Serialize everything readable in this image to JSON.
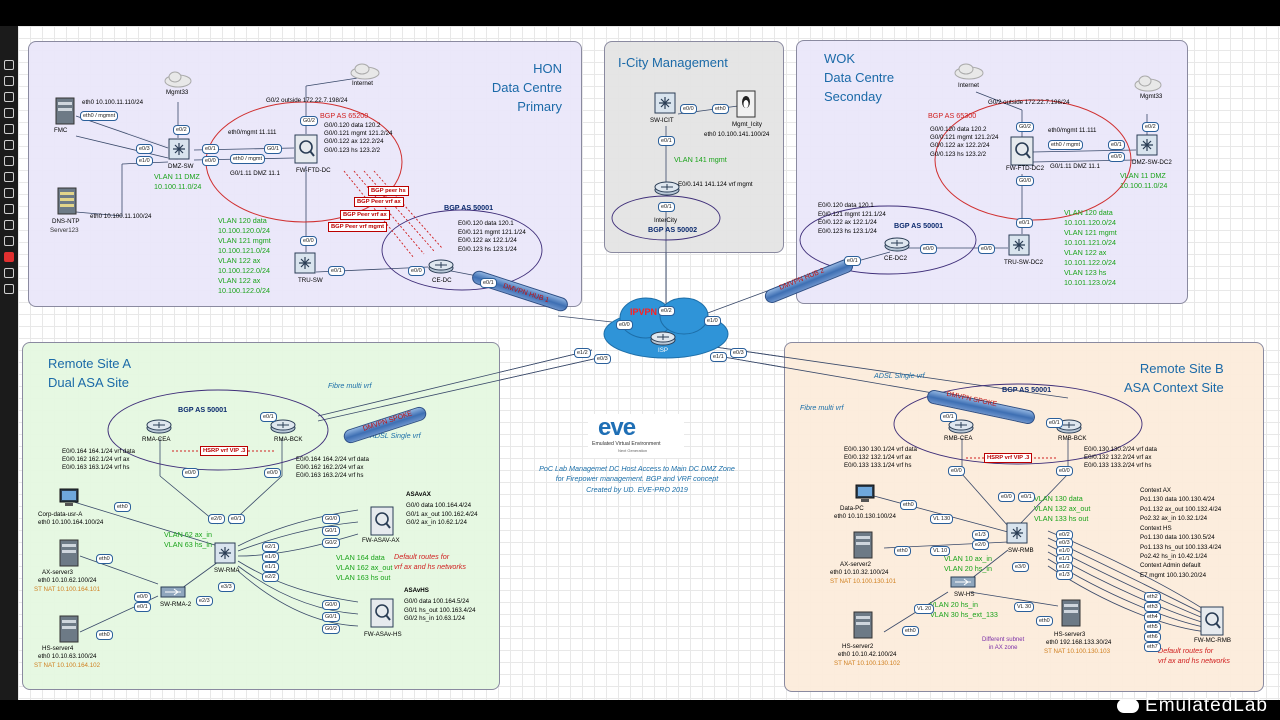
{
  "zones": {
    "hon": {
      "title_lines": [
        "HON",
        "Data Centre",
        "Primary"
      ]
    },
    "icity": {
      "title": "I-City Management"
    },
    "wok": {
      "title_lines": [
        "WOK",
        "Data Centre",
        "Seconday"
      ]
    },
    "site_a": {
      "title_lines": [
        "Remote Site A",
        "Dual ASA Site"
      ]
    },
    "site_b": {
      "title_lines": [
        "Remote Site B",
        "ASA Context Site"
      ]
    }
  },
  "hon": {
    "mgmt_cloud": "Mgmt33",
    "internet": "Internet",
    "fmc": "FMC",
    "fmc_if1": "eth0 10.100.11.110/24",
    "fmc_if2": "eth0 / mgmnt",
    "dns": "DNS-NTP",
    "dns_sub": "Server123",
    "dns_if": "eth0 10.100.11.100/24",
    "dmz_sw": "DMZ-SW",
    "dmz_vlan": "VLAN 11 DMZ",
    "dmz_net": "10.100.11.0/24",
    "fw": "FW-FTD-DC",
    "fw_outside": "G0/2 outside 172.22.7.198/24",
    "fw_mgmt": "eth0/mgmt 11.111",
    "fw_dmz": "G0/1.11 DMZ 11.1",
    "fw_eth_mgmt": "eth0 / mgmt",
    "bgp_fw": "BGP AS 65200",
    "fw_subs": [
      "G0/0.120 data 120.2",
      "G0/0.121 mgmt 121.2/24",
      "G0/0.122 ax 122.2/24",
      "G0/0.123 hs 123.2/2"
    ],
    "vlans": [
      "VLAN 120  data",
      "10.100.120.0/24",
      "VLAN 121 mgmt",
      "10.100.121.0/24",
      "VLAN 122 ax",
      "10.100.122.0/24",
      "VLAN 122 ax",
      "10.100.122.0/24"
    ],
    "peers": [
      "BGP peer hs",
      "BGP Peer vrf ax",
      "BGP Peer vrf ax",
      "BGP Peer vrf mgmt"
    ],
    "bgp_ce": "BGP AS 50001",
    "ce_subs": [
      "E0/0.120 data 120.1",
      "E0/0.121 mgmt 121.1/24",
      "E0/0.122 ax 122.1/24",
      "E0/0.123 hs 123.1/24"
    ],
    "tru_sw": "TRU-SW",
    "ce": "CE-DC",
    "hub": "DMVPN HUB 1"
  },
  "icity": {
    "sw": "SW-ICIT",
    "host": "Mgmt_Icity",
    "host_if": "eth0 10.100.141.100/24",
    "vlan": "VLAN 141 mgmt",
    "router_if": "E0/0.141 141.124 vrf mgmt",
    "router": "InterCity",
    "bgp": "BGP AS 50002"
  },
  "wok": {
    "internet": "Internet",
    "mgmt_cloud": "Mgmt33",
    "fw_outside": "G0/2 outside 172.22.7.196/24",
    "bgp_fw": "BGP AS 65300",
    "fw_subs": [
      "G0/0.120 data 120.2",
      "G0/0.121 mgmt 121.2/24",
      "G0/0.122 ax 122.2/24",
      "G0/0.123 hs 123.2/2"
    ],
    "fw_mgmt": "eth0/mgmt 11.111",
    "fw_eth_mgmt": "eth0 / mgmt",
    "fw_dmz": "G0/1.11 DMZ 11.1",
    "fw": "FW-FTD-DC2",
    "dmz_sw": "DMZ-SW-DC2",
    "dmz_vlan": "VLAN 11 DMZ",
    "dmz_net": "10.100.11.0/24",
    "ce_subs": [
      "E0/0.120 data 120.1",
      "E0/0.121 mgmt 121.1/24",
      "E0/0.122 ax 122.1/24",
      "E0/0.123 hs 123.1/24"
    ],
    "bgp_ce": "BGP AS 50001",
    "ce": "CE-DC2",
    "tru_sw": "TRU-SW-DC2",
    "vlans": [
      "VLAN 120  data",
      "10.101.120.0/24",
      "VLAN 121 mgmt",
      "10.101.121.0/24",
      "VLAN 122 ax",
      "10.101.122.0/24",
      "VLAN 123 hs",
      "10.101.123.0/24"
    ],
    "hub": "DMVPN HUB 2"
  },
  "core": {
    "cloud": "IPVPN",
    "isp": "ISP",
    "fibre_a": "Fibre multi vrf",
    "adsl_a": "ADSL Single vrf",
    "fibre_b": "Fibre multi vrf",
    "adsl_b": "ADSL Single vrf"
  },
  "site_a": {
    "bgp": "BGP AS 50001",
    "rma_cea": "RMA-CEA",
    "rma_bck": "RMA-BCK",
    "hsrp": "HSRP vrf VIP .3",
    "spoke": "DMVPN SPOKE",
    "cea_subs": [
      "E0/0.164 164.1/24 vrf data",
      "E0/0.162 162.1/24 vrf ax",
      "E0/0.163 163.1/24 vrf hs"
    ],
    "bck_subs": [
      "E0/0.164 164.2/24 vrf data",
      "E0/0.162 162.2/24 vrf ax",
      "E0/0.163 163.2/24 vrf hs"
    ],
    "corp_pc": "Corp-data-usr-A",
    "corp_if": "eth0 10.100.164.100/24",
    "ax": "AX-server3",
    "ax_if": "eth0 10.10.62.100/24",
    "ax_nat": "ST NAT 10.100.164.101",
    "hs": "HS-server4",
    "hs_if": "eth0 10.10.63.100/24",
    "hs_nat": "ST NAT 10.100.164.102",
    "sw_rma": "SW-RMA",
    "sw_rma2": "SW-RMA-2",
    "vlans_in": [
      "VLAN 62 ax_in",
      "VLAN 63 hs_in"
    ],
    "vlans_out": [
      "VLAN 164  data",
      "VLAN 162 ax_out",
      "VLAN 163 hs out"
    ],
    "asa_ax_title": "ASAvAX",
    "asa_ax_subs": [
      "G0/0 data 100.164.4/24",
      "G0/1 ax_out 100.162.4/24",
      "G0/2 ax_in 10.62.1/24"
    ],
    "asa_ax": "FW-ASAV-AX",
    "asa_hs_title": "ASAvHS",
    "asa_hs_subs": [
      "G0/0 data 100.164.5/24",
      "G0/1 hs_out 100.163.4/24",
      "G0/2 hs_in 10.63.1/24"
    ],
    "asa_hs": "FW-ASAv-HS",
    "default_routes": [
      "Default routes for",
      "vrf ax and hs networks"
    ]
  },
  "eve": {
    "logo": "eve",
    "sub": "Emulated Virtual Environment",
    "sub2": "Next Generation",
    "desc": [
      "PoC Lab  Managemet DC  Host Access to  Main DC DMZ Zone",
      "for Firepower management. BGP and  VRF concept",
      "Created by UD. EVE-PRO 2019"
    ]
  },
  "site_b": {
    "bgp": "BGP AS 50001",
    "spoke": "DMVPN SPOKE",
    "rmb_cea": "RMB-CEA",
    "rmb_bck": "RMB-BCK",
    "hsrp": "HSRP vrf VIP .3",
    "cea_subs": [
      "E0/0.130 130.1/24 vrf data",
      "E0/0.132 132.1/24 vrf ax",
      "E0/0.133 133.1/24 vrf hs"
    ],
    "bck_subs": [
      "E0/0.130 130.2/24 vrf data",
      "E0/0.132 132.2/24 vrf ax",
      "E0/0.133 133.2/24 vrf hs"
    ],
    "pc": "Data-PC",
    "pc_if": "eth0 10.10.130.100/24",
    "ax": "AX-server2",
    "ax_if": "eth0 10.10.32.100/24",
    "ax_nat": "ST NAT 10.100.130.101",
    "hs": "HS-server2",
    "hs_if": "eth0 10.10.42.100/24",
    "hs_nat": "ST NAT 10.100.130.102",
    "hs3": "HS-server3",
    "hs3_if": "eth0 192.168.133.30/24",
    "hs3_nat": "ST NAT 10.100.130.103",
    "vlan_top": [
      "VLAN 130  data",
      "VLAN 132 ax_out",
      "VLAN 133 hs out"
    ],
    "vlan_mid": [
      "VLAN 10 ax_in",
      "VLAN 20 hs_in"
    ],
    "vlan_hs": [
      "VLAN 20 hs_in",
      "VLAN 30 hs_ext_133"
    ],
    "sw_rmb": "SW-RMB",
    "sw_hs": "SW-HS",
    "diff": [
      "Different subnet",
      "in AX zone"
    ],
    "ctx": [
      "Context AX",
      "Po1.130 data 100.130.4/24",
      "Po1.132 ax_out 100.132.4/24",
      "Po2.32 ax_in 10.32.1/24",
      "Context HS",
      "Po1.130 data 100.130.5/24",
      "Po1.133 hs_out 100.133.4/24",
      "Po2.42 hs_in 10.42.1/24",
      "Context Admin default",
      "E7 mgmt 100.130.20/24"
    ],
    "fw": "FW-MC-RMB",
    "default_routes": [
      "Default routes for",
      "vrf ax and hs networks"
    ]
  },
  "watermark": "EmulatedLab"
}
